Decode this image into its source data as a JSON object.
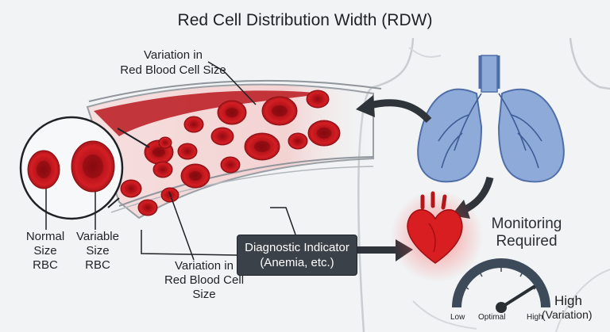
{
  "title": "Red Cell Distribution Width (RDW)",
  "labels": {
    "top_line1": "Variation in",
    "top_line2": "Red Blood Cell Size",
    "normal_line1": "Normal",
    "normal_line2": "Size",
    "normal_line3": "RBC",
    "variable_line1": "Variable",
    "variable_line2": "Size",
    "variable_line3": "RBC",
    "bottom_line1": "Variation in",
    "bottom_line2": "Red Blood Cell",
    "bottom_line3": "Size"
  },
  "diagnostic": {
    "line1": "Diagnostic Indicator",
    "line2": "(Anemia, etc.)"
  },
  "monitoring": {
    "line1": "Monitoring",
    "line2": "Required"
  },
  "gauge": {
    "low": "Low",
    "optimal": "Optimal",
    "high": "High",
    "high_big": "High",
    "variation": "(Variation)"
  },
  "colors": {
    "rbc_red": "#c4161c",
    "lung_blue": "#6f8fc7",
    "heart_red": "#d81e20",
    "box_dark": "#3b4148"
  }
}
